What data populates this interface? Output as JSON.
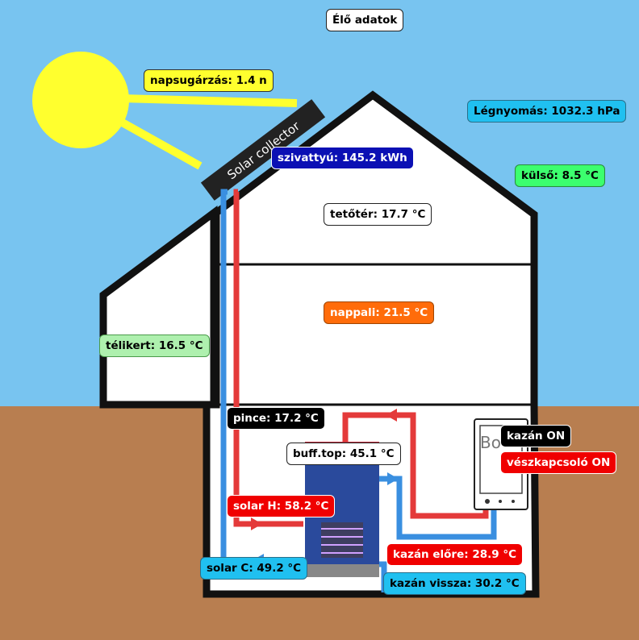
{
  "title": "Élő adatok",
  "collector_text": "Solar collector",
  "boiler_brand": "Bo",
  "labels": {
    "napsugarzas": "napsugárzás: 1.4 n",
    "legnyomas": "Légnyomás: 1032.3 hPa",
    "szivattyu": "szivattyú: 145.2 kWh",
    "kulso": "külső: 8.5 °C",
    "tetoter": "tetőtér: 17.7 °C",
    "nappali": "nappali: 21.5 °C",
    "telikert": "télikert: 16.5 °C",
    "pince": "pince: 17.2 °C",
    "kazan_on": "kazán ON",
    "vesz": "vészkapcsoló ON",
    "buff_top": "buff.top: 45.1 °C",
    "solar_h": "solar H: 58.2 °C",
    "kazan_elore": "kazán előre: 28.9 °C",
    "solar_c": "solar C: 49.2 °C",
    "kazan_vissza": "kazán vissza: 30.2 °C"
  },
  "colors": {
    "sky": "#78c4f0",
    "ground": "#b87e50",
    "sun": "#ffff2e",
    "hot_pipe": "#e43a3a",
    "cold_pipe": "#3a8fe0",
    "tank": "#2a4a9c"
  }
}
